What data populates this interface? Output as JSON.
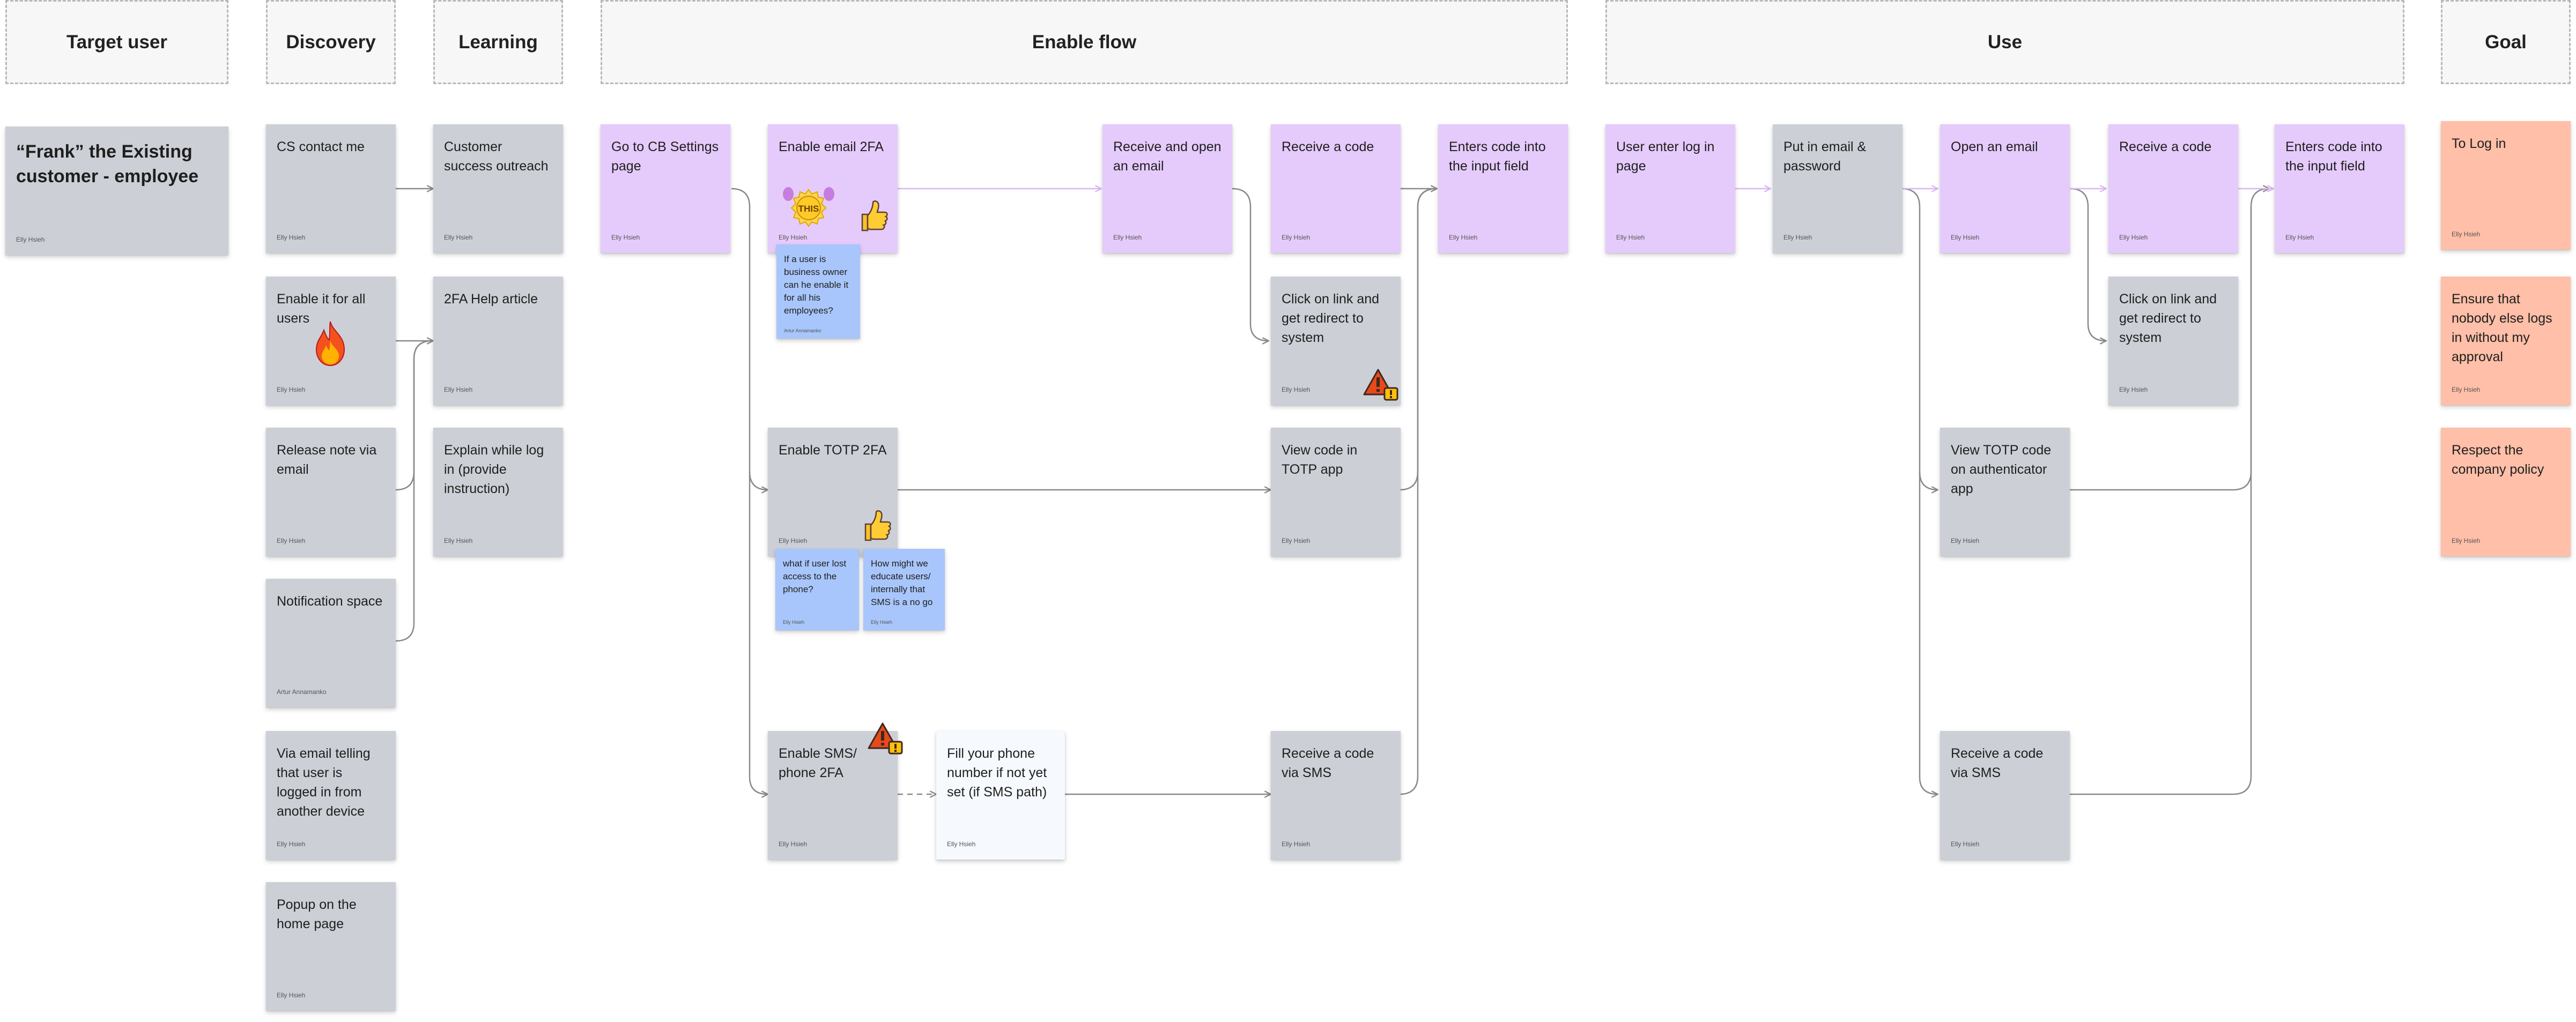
{
  "columns": {
    "target_user": "Target user",
    "discovery": "Discovery",
    "learning": "Learning",
    "enable_flow": "Enable flow",
    "use": "Use",
    "goal": "Goal"
  },
  "notes": {
    "frank": {
      "text": "“Frank” the Existing customer - employee",
      "author": "Elly Hsieh"
    },
    "cs_contact": {
      "text": "CS contact me",
      "author": "Elly Hsieh"
    },
    "enable_all_users": {
      "text": "Enable it for all users",
      "author": "Elly Hsieh"
    },
    "release_note": {
      "text": "Release note via email",
      "author": "Elly Hsieh"
    },
    "notification_space": {
      "text": "Notification space",
      "author": "Artur Annamanko"
    },
    "email_other_device": {
      "text": "Via email telling that user is logged in from another device",
      "author": "Elly Hsieh"
    },
    "popup_home": {
      "text": "Popup on the home page",
      "author": "Elly Hsieh"
    },
    "cs_outreach": {
      "text": "Customer success outreach",
      "author": "Elly Hsieh"
    },
    "help_article": {
      "text": "2FA Help article",
      "author": "Elly Hsieh"
    },
    "explain_login": {
      "text": "Explain while log in (provide instruction)",
      "author": "Elly Hsieh"
    },
    "cb_settings": {
      "text": "Go to CB Settings page",
      "author": "Elly Hsieh"
    },
    "enable_email": {
      "text": "Enable email 2FA",
      "author": "Elly Hsieh"
    },
    "business_owner_q": {
      "text": "If a user is business owner can he enable it for all his employees?",
      "author": "Artur Annamanko"
    },
    "receive_open_email": {
      "text": "Receive and open an email",
      "author": "Elly Hsieh"
    },
    "receive_code_1": {
      "text": "Receive a code",
      "author": "Elly Hsieh"
    },
    "click_link_1": {
      "text": "Click on link and get redirect to system",
      "author": "Elly Hsieh"
    },
    "enter_code_1": {
      "text": "Enters code into the input field",
      "author": "Elly Hsieh"
    },
    "enable_totp": {
      "text": "Enable TOTP 2FA",
      "author": "Elly Hsieh"
    },
    "lost_phone_q": {
      "text": "what if user lost access to the phone?",
      "author": "Elly Hsieh"
    },
    "educate_q": {
      "text": "How might we educate users/ internally that SMS is a no go",
      "author": "Elly Hsieh"
    },
    "view_totp": {
      "text": "View code in TOTP app",
      "author": "Elly Hsieh"
    },
    "enable_sms": {
      "text": "Enable SMS/ phone 2FA",
      "author": "Elly Hsieh"
    },
    "fill_phone": {
      "text": "Fill your phone number if not yet set (if SMS path)",
      "author": "Elly Hsieh"
    },
    "receive_sms_1": {
      "text": "Receive a code via SMS",
      "author": "Elly Hsieh"
    },
    "user_login_page": {
      "text": "User enter log in page",
      "author": "Elly Hsieh"
    },
    "email_password": {
      "text": "Put in email & password",
      "author": "Elly Hsieh"
    },
    "open_email": {
      "text": "Open an email",
      "author": "Elly Hsieh"
    },
    "receive_code_2": {
      "text": "Receive a code",
      "author": "Elly Hsieh"
    },
    "click_link_2": {
      "text": "Click on link and get redirect to system",
      "author": "Elly Hsieh"
    },
    "enter_code_2": {
      "text": "Enters code into the input field",
      "author": "Elly Hsieh"
    },
    "view_totp_auth": {
      "text": "View TOTP code on authenticator app",
      "author": "Elly Hsieh"
    },
    "receive_sms_2": {
      "text": "Receive a code via SMS",
      "author": "Elly Hsieh"
    },
    "to_log_in": {
      "text": "To Log in",
      "author": "Elly Hsieh"
    },
    "nobody_else": {
      "text": "Ensure that nobody else logs in without my approval",
      "author": "Elly Hsieh"
    },
    "company_policy": {
      "text": "Respect the company policy",
      "author": "Elly Hsieh"
    }
  },
  "stickers": {
    "this_badge": "THIS"
  },
  "icons": {
    "fire": "fire-icon",
    "thumbs_up": "thumbs-up-icon",
    "warning": "warning-icon"
  },
  "colors": {
    "gray_note": "#ccd0d6",
    "purple_note": "#e5cbfb",
    "salmon_note": "#ffbfa8",
    "blue_note": "#a8c6fb",
    "white_note": "#f6f9fd",
    "connector_gray": "#8a8a8a",
    "connector_purple": "#d9b6f5"
  }
}
